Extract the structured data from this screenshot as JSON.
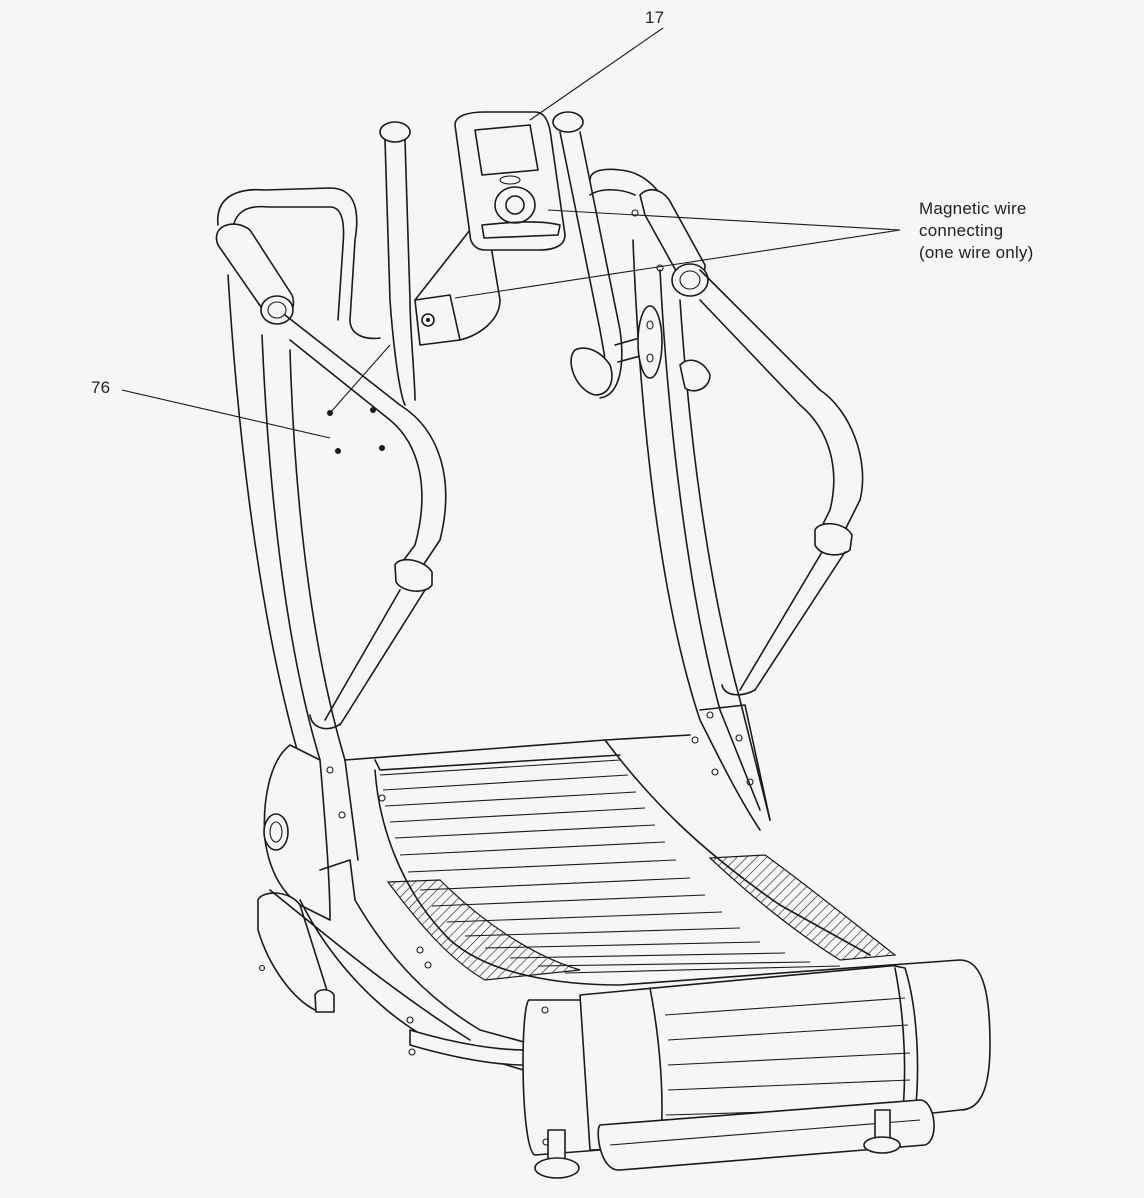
{
  "callouts": {
    "part_17": "17",
    "part_76": "76",
    "magnetic_wire": {
      "line1": "Magnetic wire",
      "line2": "connecting",
      "line3": "(one wire only)"
    }
  },
  "colors": {
    "background": "#f6f6f4",
    "line": "#1a1a1a"
  },
  "icons": [
    "curved-treadmill-drawing",
    "console-icon"
  ]
}
